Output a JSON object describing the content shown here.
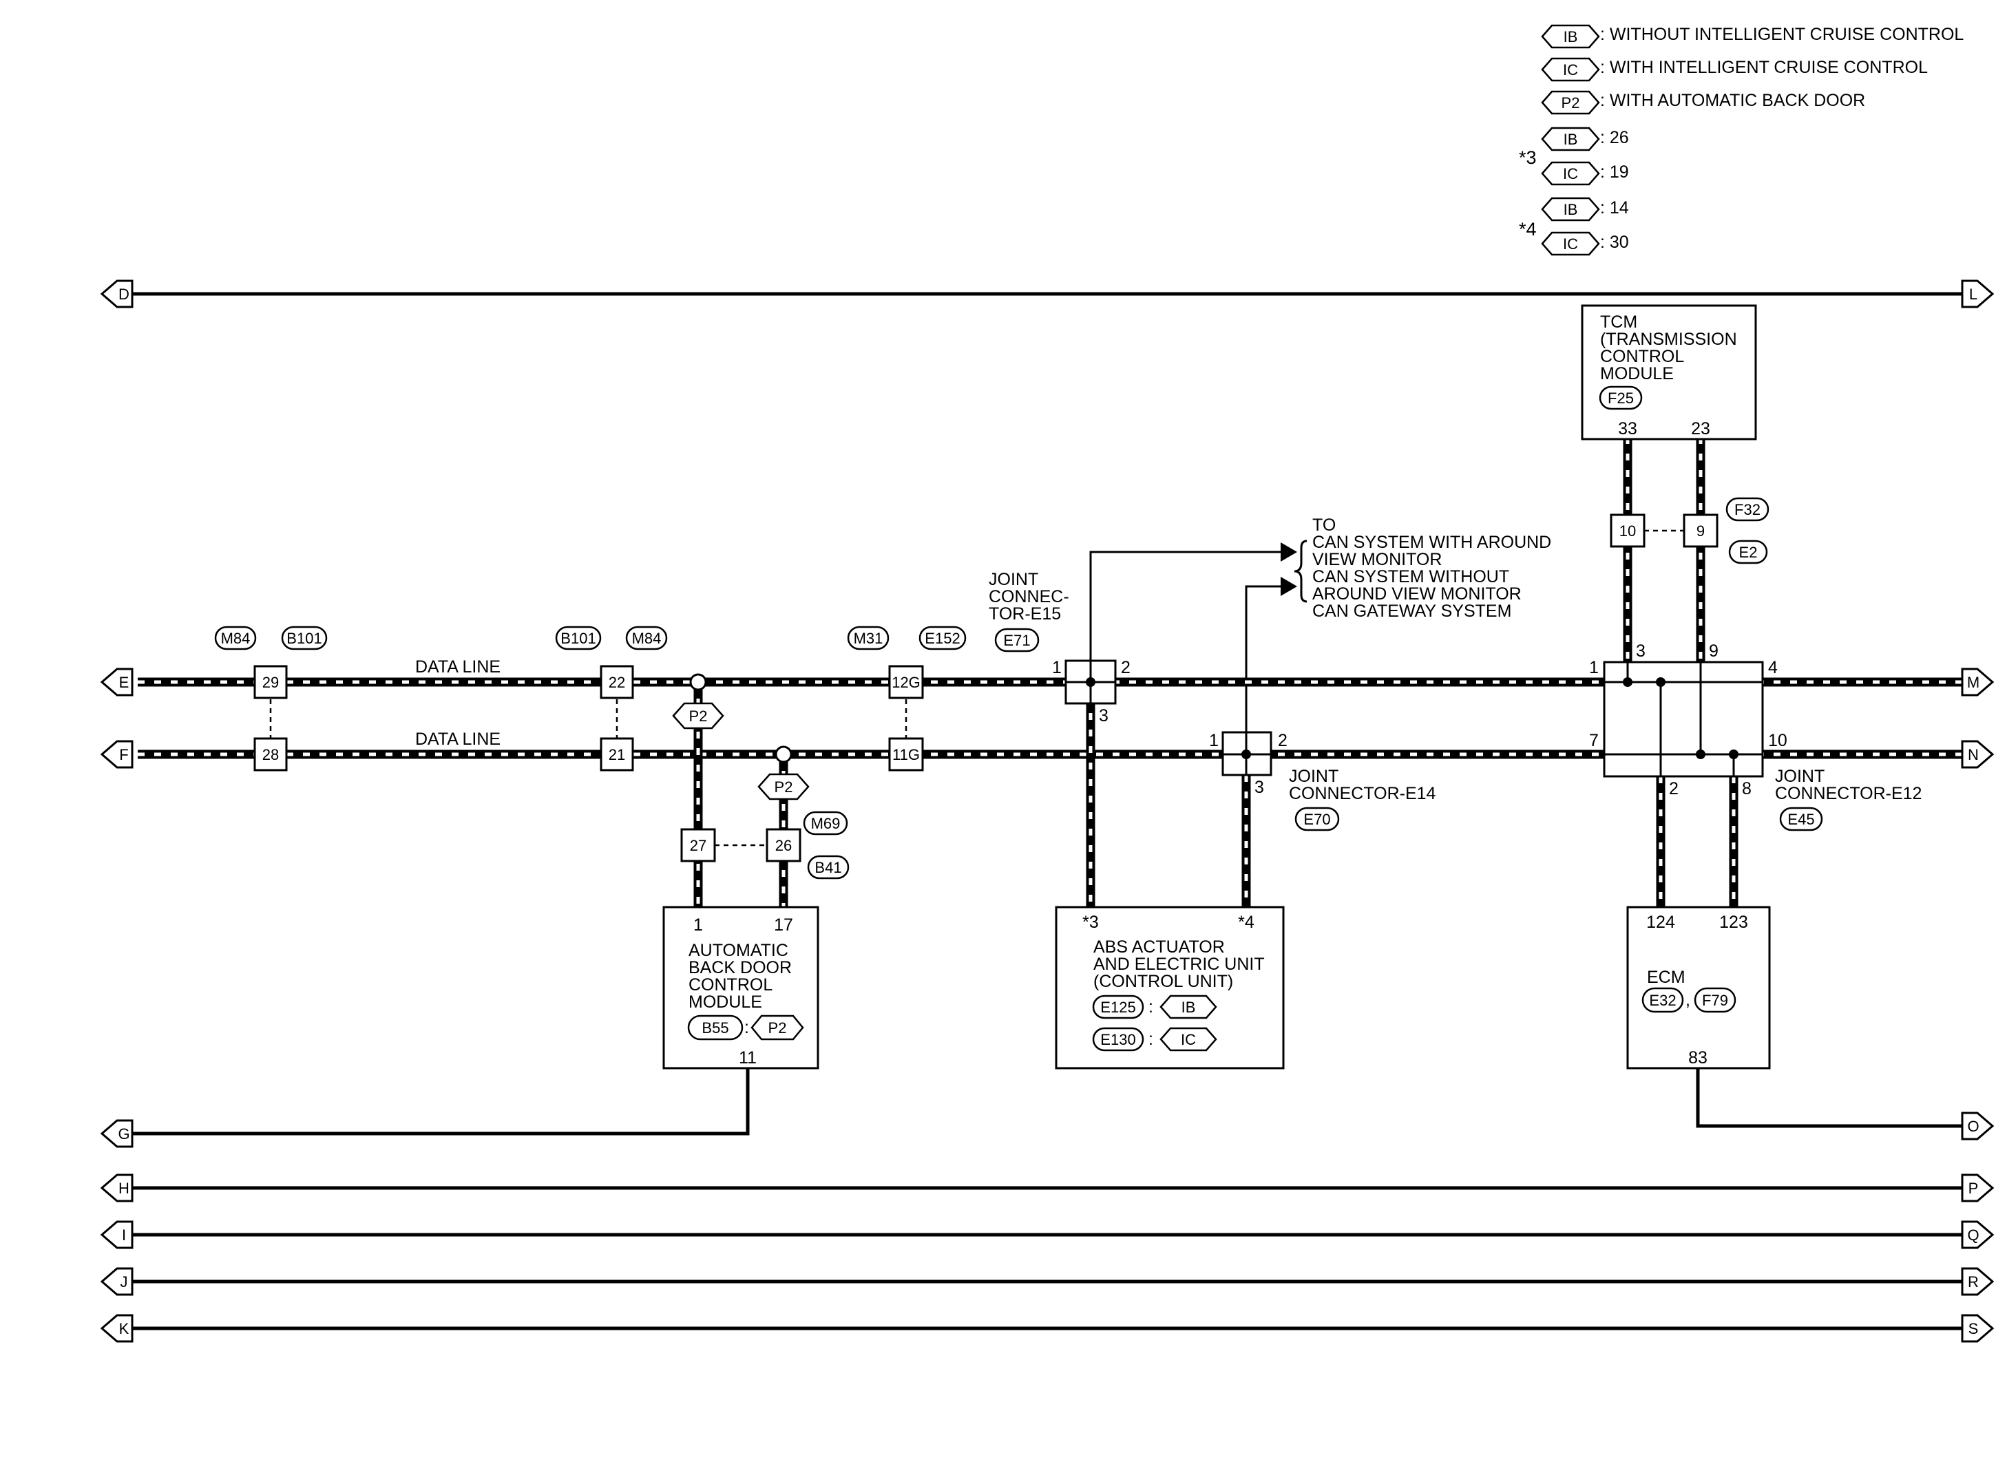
{
  "legend": {
    "items": [
      {
        "code": "IB",
        "text": ": WITHOUT INTELLIGENT CRUISE CONTROL"
      },
      {
        "code": "IC",
        "text": ": WITH INTELLIGENT CRUISE CONTROL"
      },
      {
        "code": "P2",
        "text": ": WITH AUTOMATIC BACK DOOR"
      }
    ],
    "star3": {
      "mark": "*3",
      "rows": [
        {
          "code": "IB",
          "value": ": 26"
        },
        {
          "code": "IC",
          "value": ": 19"
        }
      ]
    },
    "star4": {
      "mark": "*4",
      "rows": [
        {
          "code": "IB",
          "value": ": 14"
        },
        {
          "code": "IC",
          "value": ": 30"
        }
      ]
    }
  },
  "terminals": {
    "left": [
      "D",
      "E",
      "F",
      "G",
      "H",
      "I",
      "J",
      "K"
    ],
    "right": [
      "L",
      "M",
      "N",
      "O",
      "P",
      "Q",
      "R",
      "S"
    ]
  },
  "data_line_label": "DATA LINE",
  "connectors": {
    "c1_top": "29",
    "c1_bot": "28",
    "c1_ovals": [
      "M84",
      "B101"
    ],
    "c2_top": "22",
    "c2_bot": "21",
    "c2_ovals": [
      "B101",
      "M84"
    ],
    "c3_top": "12G",
    "c3_bot": "11G",
    "c3_ovals": [
      "M31",
      "E152"
    ],
    "p2": "P2",
    "c27": "27",
    "c26": "26",
    "c26_ovals": [
      "M69",
      "B41"
    ],
    "c10": "10",
    "c9": "9",
    "c9_ovals": [
      "F32",
      "E2"
    ]
  },
  "jc_e15": {
    "label": [
      "JOINT",
      "CONNEC-",
      "TOR-E15"
    ],
    "oval": "E71",
    "pin1": "1",
    "pin2": "2",
    "pin3": "3"
  },
  "jc_e14": {
    "label": [
      "JOINT",
      "CONNECTOR-E14"
    ],
    "oval": "E70",
    "pin1": "1",
    "pin2": "2",
    "pin3": "3"
  },
  "jc_e12": {
    "label": [
      "JOINT",
      "CONNECTOR-E12"
    ],
    "oval": "E45",
    "pin1": "1",
    "pin3": "3",
    "pin9": "9",
    "pin4": "4",
    "pin7": "7",
    "pin10": "10",
    "pin2": "2",
    "pin8": "8"
  },
  "to_note": {
    "lines": [
      "TO",
      "CAN SYSTEM WITH AROUND",
      "VIEW MONITOR",
      "CAN SYSTEM WITHOUT",
      "AROUND VIEW MONITOR",
      "CAN GATEWAY SYSTEM"
    ]
  },
  "tcm": {
    "lines": [
      "TCM",
      "(TRANSMISSION",
      "CONTROL",
      "MODULE"
    ],
    "oval": "F25",
    "pin33": "33",
    "pin23": "23"
  },
  "abdcm": {
    "lines": [
      "AUTOMATIC",
      "BACK DOOR",
      "CONTROL",
      "MODULE"
    ],
    "oval": "B55",
    "sep": ":",
    "diamond": "P2",
    "pin1": "1",
    "pin17": "17",
    "pin11": "11"
  },
  "abs": {
    "lines": [
      "ABS ACTUATOR",
      "AND ELECTRIC UNIT",
      "(CONTROL UNIT)"
    ],
    "rows": [
      {
        "oval": "E125",
        "sep": ":",
        "code": "IB"
      },
      {
        "oval": "E130",
        "sep": ":",
        "code": "IC"
      }
    ],
    "pin_a": "*3",
    "pin_b": "*4"
  },
  "ecm": {
    "title": "ECM",
    "ovals": [
      "E32",
      "F79"
    ],
    "sep": ",",
    "pin124": "124",
    "pin123": "123",
    "pin83": "83"
  }
}
